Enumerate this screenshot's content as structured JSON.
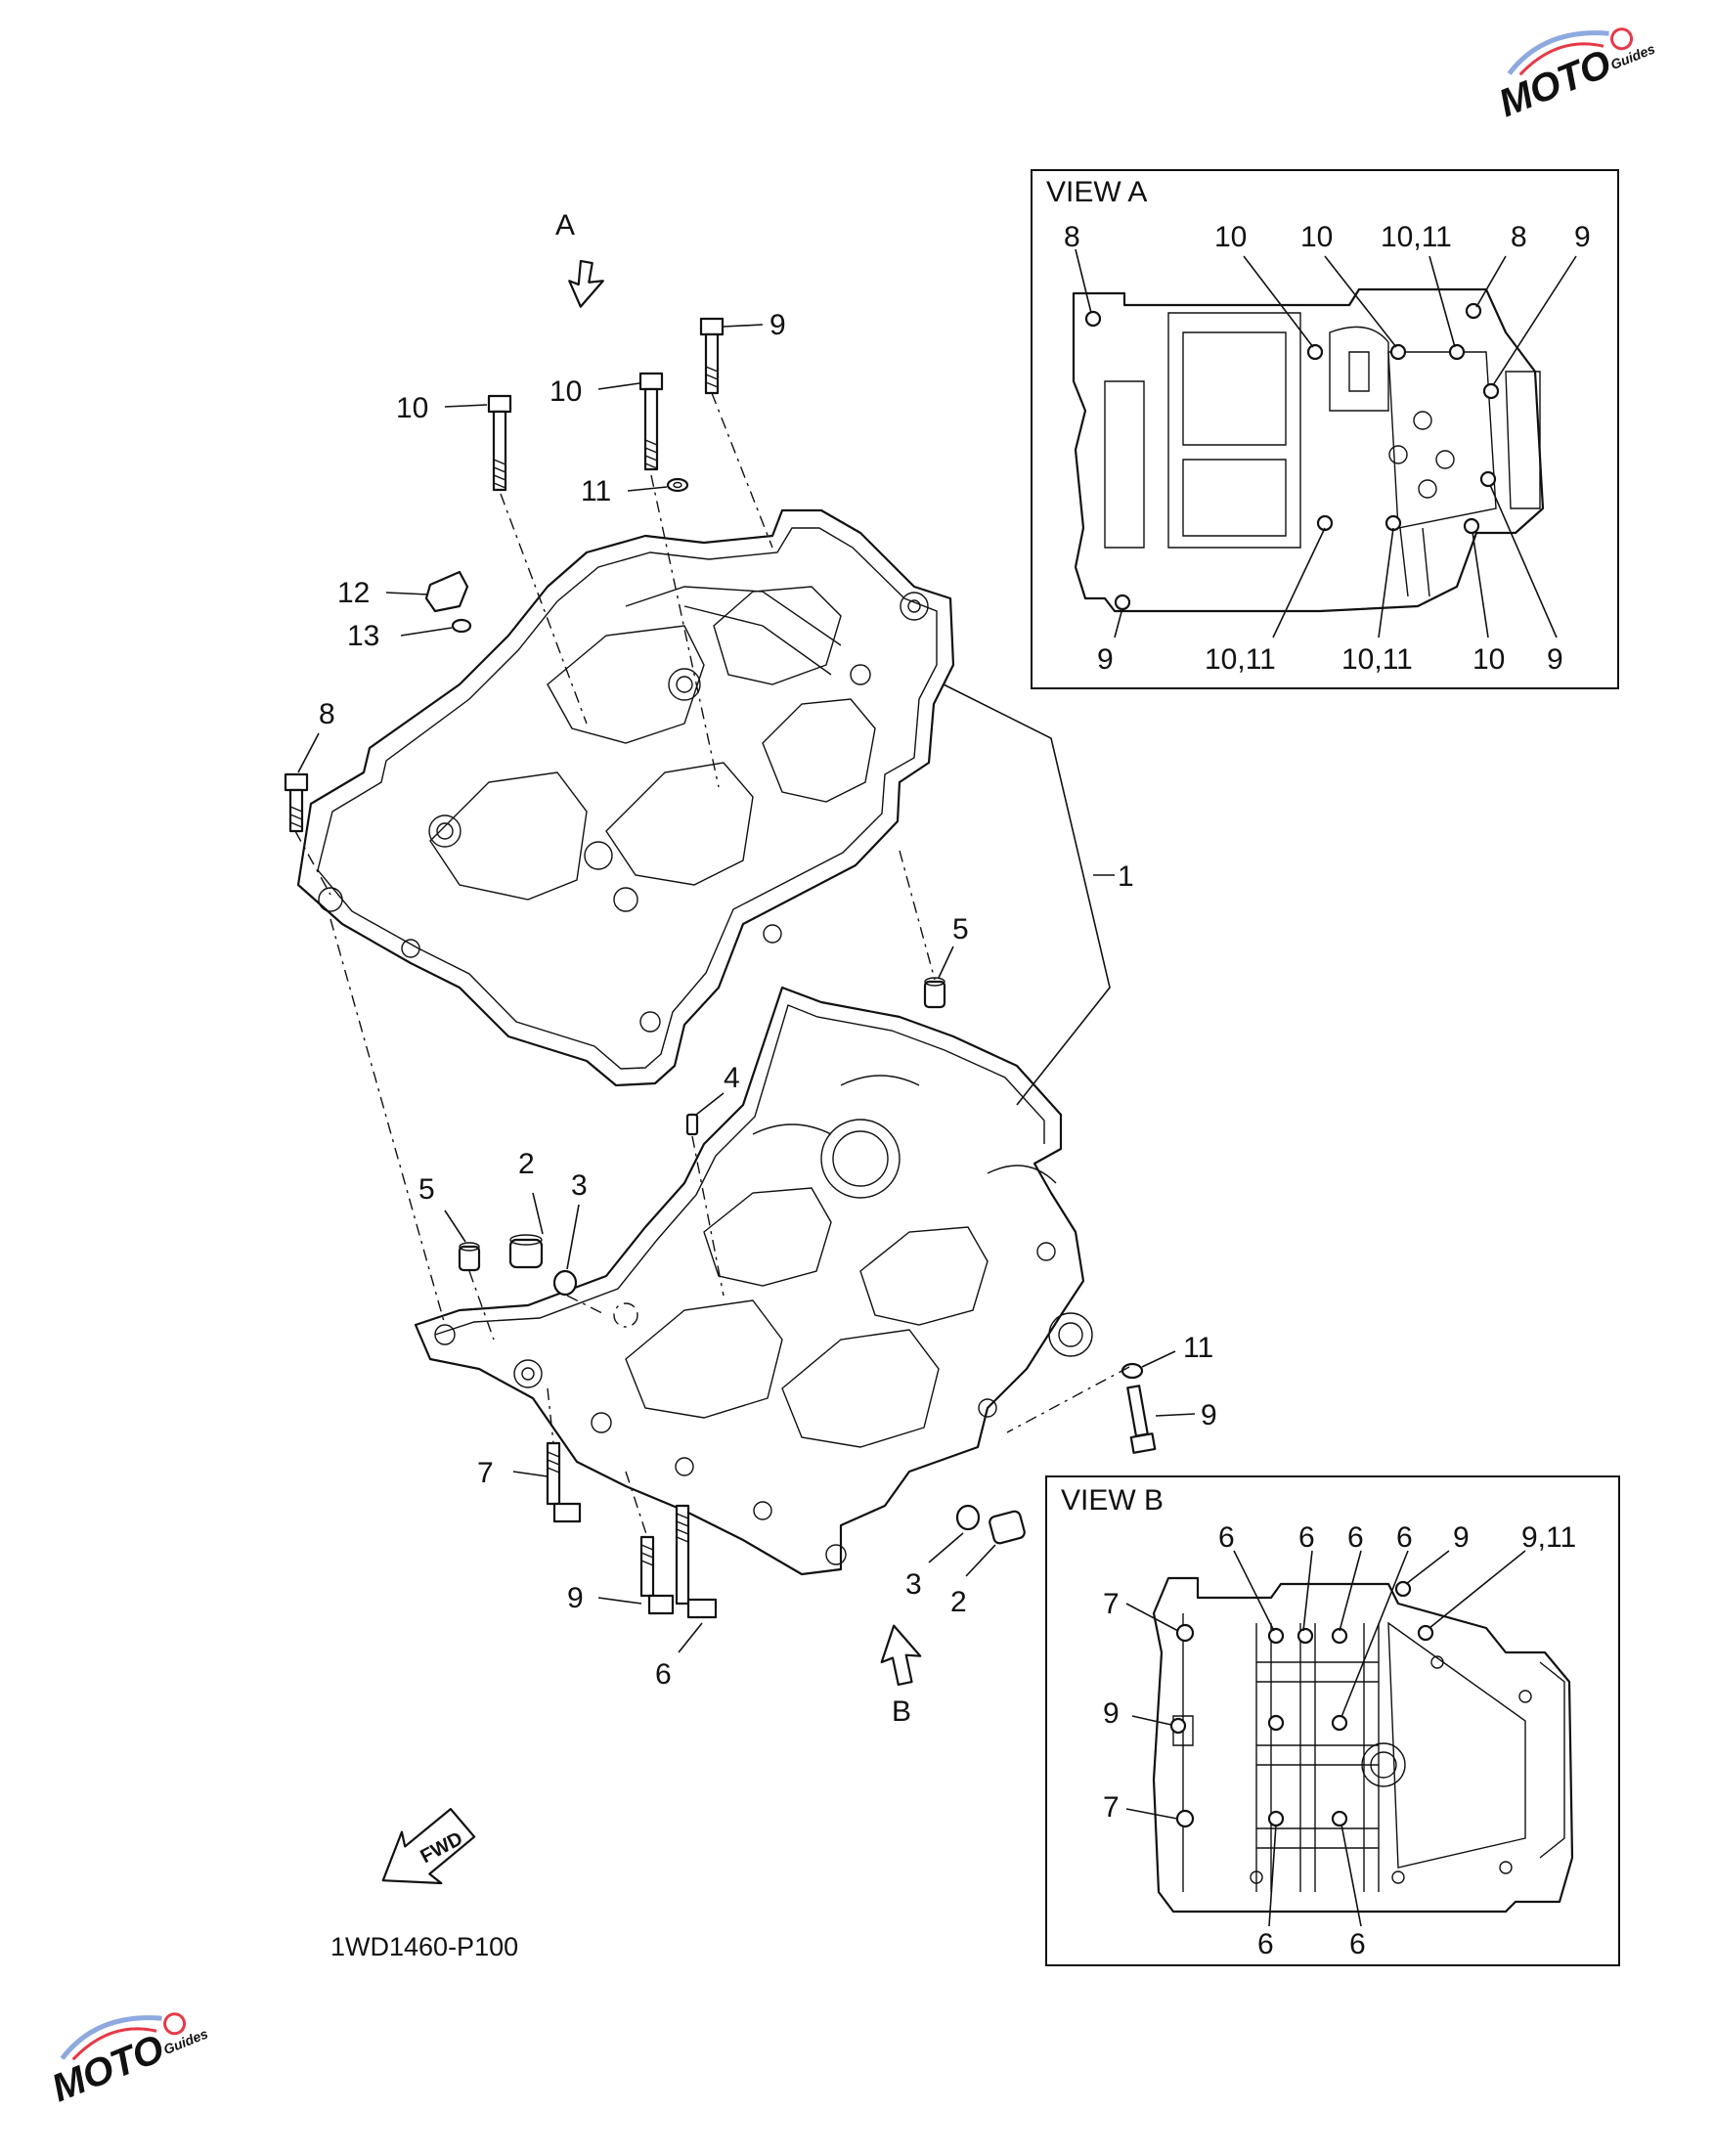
{
  "diagram": {
    "code": "1WD1460-P100",
    "fwd_label": "FWD",
    "arrow_a": "A",
    "arrow_b": "B"
  },
  "main_callouts": [
    "1",
    "2",
    "2",
    "3",
    "3",
    "4",
    "5",
    "5",
    "6",
    "7",
    "8",
    "9",
    "9",
    "9",
    "10",
    "10",
    "11",
    "11",
    "12",
    "13"
  ],
  "view_a": {
    "title": "VIEW A",
    "top_labels": [
      "8",
      "10",
      "10",
      "10,11",
      "8",
      "9"
    ],
    "bottom_labels": [
      "9",
      "10,11",
      "10,11",
      "10",
      "9"
    ]
  },
  "view_b": {
    "title": "VIEW B",
    "top_labels": [
      "6",
      "6",
      "6",
      "6",
      "9",
      "9,11"
    ],
    "side_labels": [
      "7",
      "9",
      "7"
    ],
    "bottom_labels": [
      "6",
      "6"
    ]
  },
  "watermark": {
    "text": "MOTO",
    "sub": "Guides",
    "colors": {
      "red": "#e63946",
      "blue": "#8da9e0"
    }
  }
}
